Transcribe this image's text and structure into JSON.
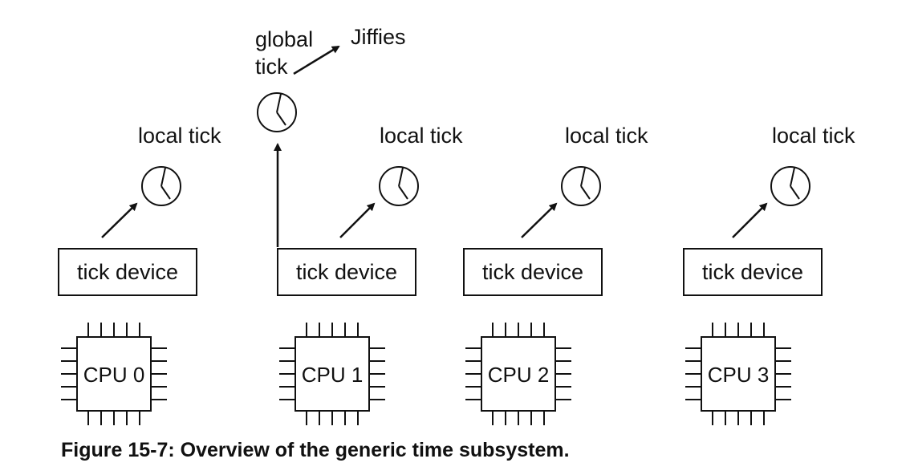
{
  "global_tick": {
    "line1": "global",
    "line2": "tick",
    "target": "Jiffies"
  },
  "local_tick_label": "local tick",
  "tick_device_label": "tick device",
  "cpus": [
    {
      "label": "CPU 0",
      "has_local_tick": true,
      "drives_global_tick": false
    },
    {
      "label": "CPU 1",
      "has_local_tick": true,
      "drives_global_tick": true
    },
    {
      "label": "CPU 2",
      "has_local_tick": true,
      "drives_global_tick": false
    },
    {
      "label": "CPU 3",
      "has_local_tick": true,
      "drives_global_tick": false
    }
  ],
  "caption": "Figure 15-7: Overview of the generic time subsystem."
}
